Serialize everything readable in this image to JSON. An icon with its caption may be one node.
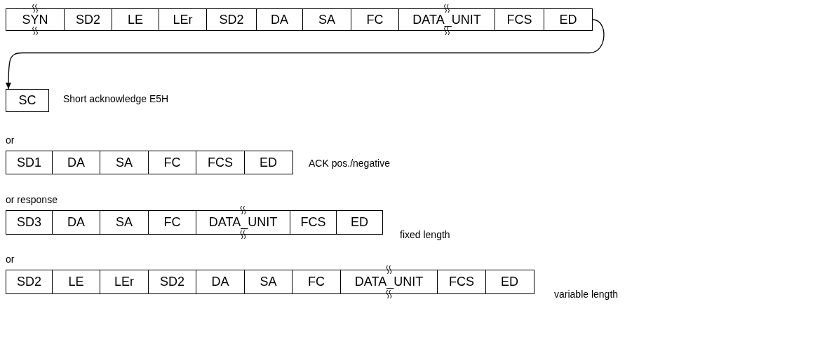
{
  "diagram": {
    "nodes": [
      {
        "text": [
          "SYN"
        ]
      },
      {
        "text": [
          "SD2"
        ]
      },
      {
        "text": [
          "LE"
        ]
      },
      {
        "text": [
          "LEr"
        ]
      },
      {
        "text": [
          "SD2"
        ]
      },
      {
        "text": [
          "DA"
        ]
      },
      {
        "text": [
          "SA"
        ]
      },
      {
        "text": [
          "FC"
        ]
      },
      {
        "text": [
          "DATA_UNIT"
        ]
      },
      {
        "text": [
          "FCS"
        ]
      },
      {
        "text": [
          "ED"
        ]
      },
      {
        "text": [
          "SC"
        ],
        "beside": [
          "Short acknowledge E5H"
        ]
      },
      {
        "text": [
          "SD1"
        ]
      },
      {
        "text": [
          "DA"
        ]
      },
      {
        "text": [
          "SA"
        ]
      },
      {
        "text": [
          "FC"
        ]
      },
      {
        "text": [
          "FCS"
        ]
      },
      {
        "text": [
          "ED"
        ]
      },
      {
        "text": [
          "SD3"
        ]
      },
      {
        "text": [
          "DA"
        ]
      },
      {
        "text": [
          "SA"
        ]
      },
      {
        "text": [
          "FC"
        ]
      },
      {
        "text": [
          "DATA_UNIT"
        ]
      },
      {
        "text": [
          "FCS"
        ]
      },
      {
        "text": [
          "ED"
        ]
      },
      {
        "text": [
          "SD2"
        ]
      },
      {
        "text": [
          "LE"
        ]
      },
      {
        "text": [
          "LEr"
        ]
      },
      {
        "text": [
          "SD2"
        ]
      },
      {
        "text": [
          "DA"
        ]
      },
      {
        "text": [
          "SA"
        ]
      },
      {
        "text": [
          "FC"
        ]
      },
      {
        "text": [
          "DATA_UNIT"
        ]
      },
      {
        "text": [
          "FCS"
        ]
      },
      {
        "text": [
          "ED"
        ]
      }
    ],
    "edges": [
      {
        "from": 10,
        "to": 11,
        "arrow": "to"
      }
    ],
    "labels": [
      "or",
      "ACK pos./negative",
      "or response",
      "fixed length",
      "or",
      "variable length"
    ]
  }
}
